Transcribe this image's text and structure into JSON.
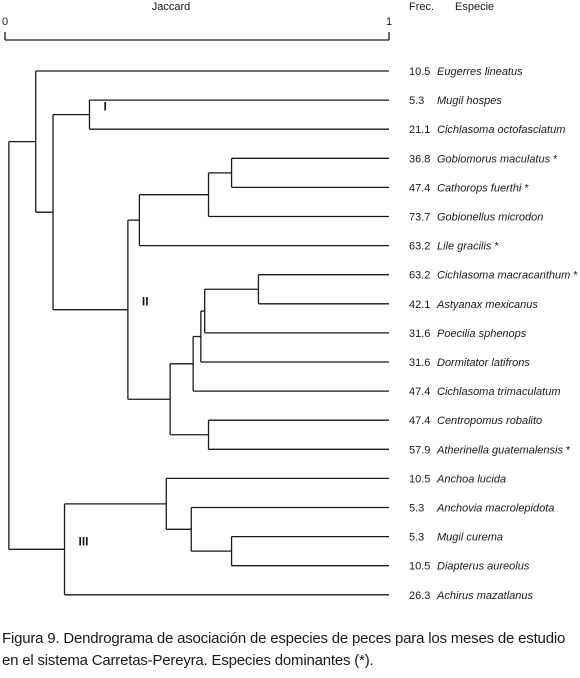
{
  "header": {
    "axis_title": "Jaccard",
    "axis_min": "0",
    "axis_max": "1",
    "freq_header": "Frec.",
    "species_header": "Especie"
  },
  "leaves": [
    {
      "freq": "10.5",
      "species": "Eugerres lineatus",
      "mark": ""
    },
    {
      "freq": "5.3",
      "species": "Mugil hospes",
      "mark": ""
    },
    {
      "freq": "21.1",
      "species": "Cichlasoma octofasciatum",
      "mark": ""
    },
    {
      "freq": "36.8",
      "species": "Gobiomorus maculatus",
      "mark": "*"
    },
    {
      "freq": "47.4",
      "species": "Cathorops fuerthi",
      "mark": "*"
    },
    {
      "freq": "73.7",
      "species": "Gobionellus microdon",
      "mark": ""
    },
    {
      "freq": "63.2",
      "species": "Lile gracilis",
      "mark": "*"
    },
    {
      "freq": "63.2",
      "species": "Cichlasoma macracanthum",
      "mark": "*"
    },
    {
      "freq": "42.1",
      "species": "Astyanax mexicanus",
      "mark": ""
    },
    {
      "freq": "31.6",
      "species": "Poecilia sphenops",
      "mark": ""
    },
    {
      "freq": "31.6",
      "species": "Dormitator latifrons",
      "mark": ""
    },
    {
      "freq": "47.4",
      "species": "Cichlasoma trimaculatum",
      "mark": ""
    },
    {
      "freq": "47.4",
      "species": "Centropomus robalito",
      "mark": ""
    },
    {
      "freq": "57.9",
      "species": "Atherinella guatemalensis",
      "mark": "*"
    },
    {
      "freq": "10.5",
      "species": "Anchoa lucida",
      "mark": ""
    },
    {
      "freq": "5.3",
      "species": "Anchovia macrolepidota",
      "mark": ""
    },
    {
      "freq": "5.3",
      "species": "Mugil curema",
      "mark": ""
    },
    {
      "freq": "10.5",
      "species": "Diapterus aureolus",
      "mark": ""
    },
    {
      "freq": "26.3",
      "species": "Achirus mazatlanus",
      "mark": ""
    }
  ],
  "groups": [
    {
      "label": "I",
      "node": "n_I"
    },
    {
      "label": "II",
      "node": "n_II"
    },
    {
      "label": "III",
      "node": "n_III"
    }
  ],
  "tree": {
    "id": "root",
    "sim": 0.01,
    "children": [
      {
        "id": "n_top",
        "sim": 0.08,
        "children": [
          {
            "leaf": 0
          },
          {
            "id": "n_mid",
            "sim": 0.125,
            "children": [
              {
                "id": "n_I",
                "sim": 0.22,
                "children": [
                  {
                    "leaf": 1
                  },
                  {
                    "leaf": 2
                  }
                ]
              },
              {
                "id": "n_II",
                "sim": 0.32,
                "children": [
                  {
                    "id": "n_A",
                    "sim": 0.35,
                    "children": [
                      {
                        "id": "n_A1",
                        "sim": 0.53,
                        "children": [
                          {
                            "id": "n_A2",
                            "sim": 0.59,
                            "children": [
                              {
                                "leaf": 3
                              },
                              {
                                "leaf": 4
                              }
                            ]
                          },
                          {
                            "leaf": 5
                          }
                        ]
                      },
                      {
                        "leaf": 6
                      }
                    ]
                  },
                  {
                    "id": "n_B",
                    "sim": 0.43,
                    "children": [
                      {
                        "id": "n_B1",
                        "sim": 0.49,
                        "children": [
                          {
                            "id": "n_B2",
                            "sim": 0.51,
                            "children": [
                              {
                                "id": "n_B3",
                                "sim": 0.52,
                                "children": [
                                  {
                                    "id": "n_B4",
                                    "sim": 0.66,
                                    "children": [
                                      {
                                        "leaf": 7
                                      },
                                      {
                                        "leaf": 8
                                      }
                                    ]
                                  },
                                  {
                                    "leaf": 9
                                  }
                                ]
                              },
                              {
                                "leaf": 10
                              }
                            ]
                          },
                          {
                            "leaf": 11
                          }
                        ]
                      },
                      {
                        "id": "n_B5",
                        "sim": 0.53,
                        "children": [
                          {
                            "leaf": 12
                          },
                          {
                            "leaf": 13
                          }
                        ]
                      }
                    ]
                  }
                ]
              }
            ]
          }
        ]
      },
      {
        "id": "n_III",
        "sim": 0.155,
        "children": [
          {
            "id": "n_C",
            "sim": 0.42,
            "children": [
              {
                "leaf": 14
              },
              {
                "id": "n_C1",
                "sim": 0.485,
                "children": [
                  {
                    "leaf": 15
                  },
                  {
                    "id": "n_C2",
                    "sim": 0.59,
                    "children": [
                      {
                        "leaf": 16
                      },
                      {
                        "leaf": 17
                      }
                    ]
                  }
                ]
              }
            ]
          },
          {
            "leaf": 18
          }
        ]
      }
    ]
  },
  "caption": "Figura 9. Dendrograma de asociación de especies de peces para los meses de estudio en el sistema Carretas-Pereyra. Especies dominantes (*).",
  "colors": {
    "line": "#1a1a1a",
    "text": "#1a1a1a",
    "background": "#ffffff"
  }
}
